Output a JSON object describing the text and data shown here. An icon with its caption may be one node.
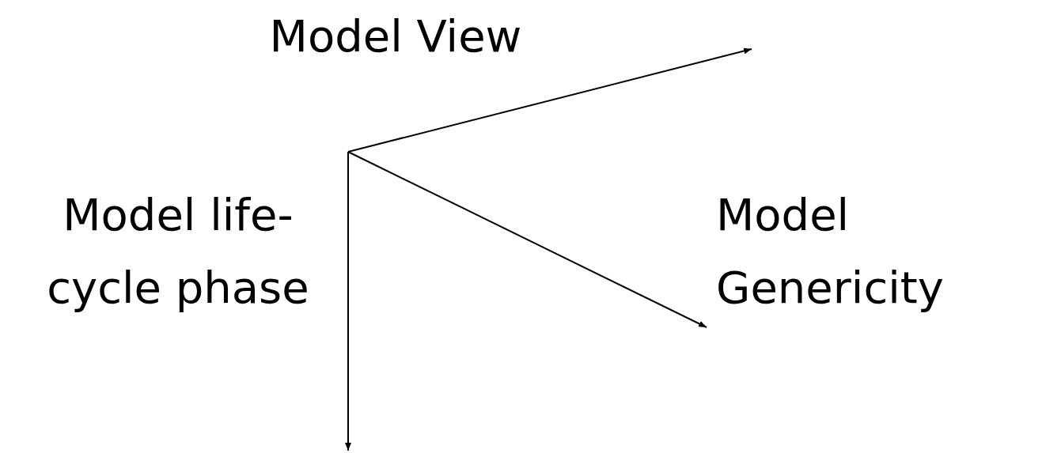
{
  "diagram": {
    "labels": [
      "Model View",
      "Model life-cycle phase",
      "Model Genericity"
    ]
  }
}
